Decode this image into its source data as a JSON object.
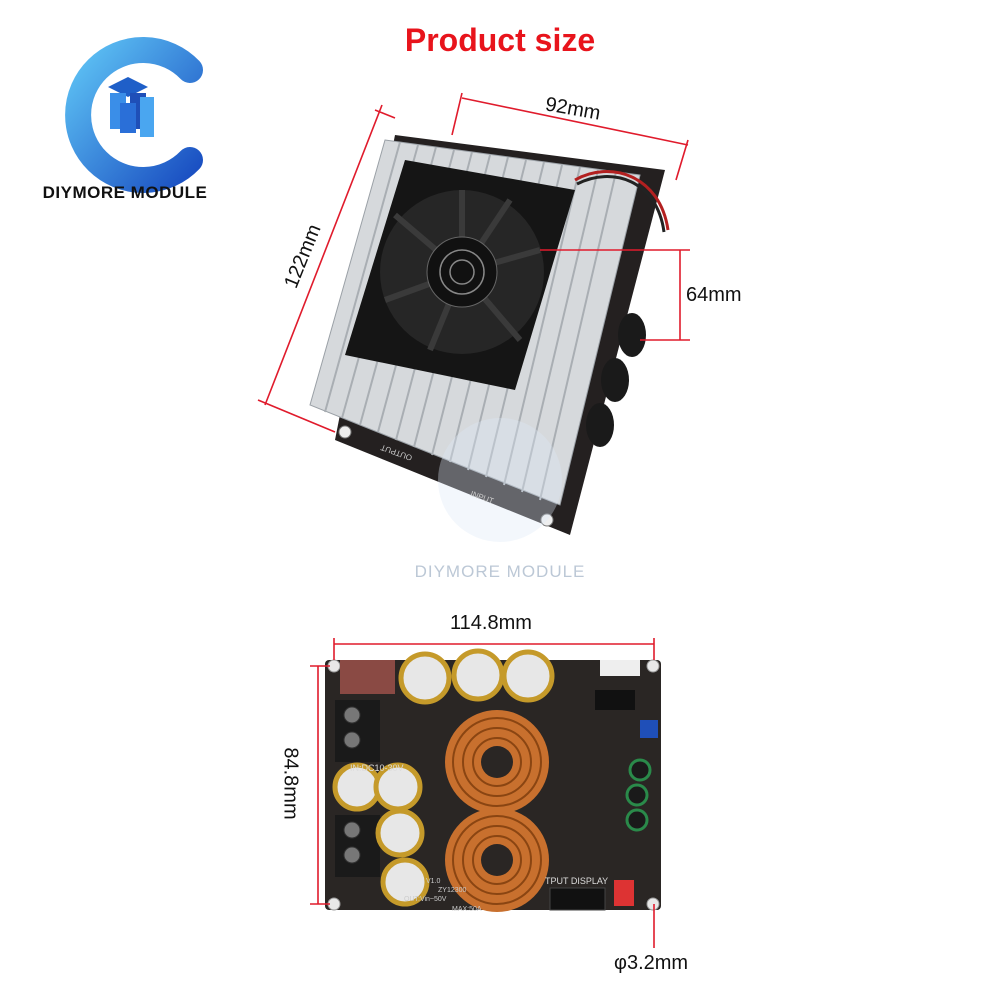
{
  "title": "Product size",
  "brand": {
    "name": "DIYMORE MODULE",
    "watermark": "DIYMORE MODULE"
  },
  "dimensions": {
    "heatsink_width": "92mm",
    "heatsink_length": "122mm",
    "fan_height": "64mm",
    "board_width": "114.8mm",
    "board_height": "84.8mm",
    "hole_diameter": "φ3.2mm"
  },
  "board_labels": {
    "input_spec": "IN:DC10-30V",
    "output_display": "TPUT DISPLAY",
    "out_spec": "OUT:Vin~50V",
    "max_current": "MAX:50A",
    "version": "V1.0",
    "model": "ZY12300"
  },
  "heatsink_labels": {
    "input": "INPUT",
    "output": "OUTPUT"
  },
  "colors": {
    "title": "#e8141c",
    "logo_blue": "#1f6fd6",
    "pcb": "#2a2624",
    "copper": "#c8702e"
  }
}
